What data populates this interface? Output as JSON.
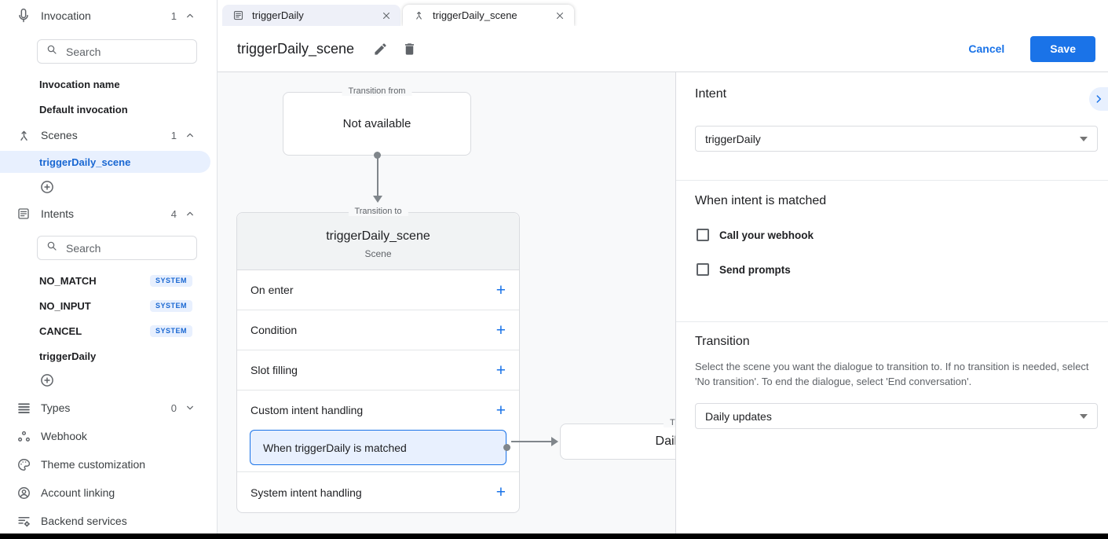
{
  "colors": {
    "accent": "#1a73e8",
    "accent_dark": "#1967d2",
    "selection_bg": "#e8f0fe",
    "canvas_bg": "#f8f9fa",
    "border": "#dadce0",
    "text_primary": "#202124",
    "text_secondary": "#5f6368",
    "save_button_bg": "#1a73e8"
  },
  "tabs": [
    {
      "label": "triggerDaily",
      "icon": "intent-icon",
      "active": false
    },
    {
      "label": "triggerDaily_scene",
      "icon": "scene-icon",
      "active": true
    }
  ],
  "header": {
    "title": "triggerDaily_scene",
    "cancel_label": "Cancel",
    "save_label": "Save"
  },
  "sidebar": {
    "search_placeholder": "Search",
    "invocation": {
      "label": "Invocation",
      "count": "1",
      "items": [
        "Invocation name",
        "Default invocation"
      ]
    },
    "scenes": {
      "label": "Scenes",
      "count": "1",
      "selected_item": "triggerDaily_scene"
    },
    "intents": {
      "label": "Intents",
      "count": "4",
      "items": [
        {
          "label": "NO_MATCH",
          "badge": "SYSTEM"
        },
        {
          "label": "NO_INPUT",
          "badge": "SYSTEM"
        },
        {
          "label": "CANCEL",
          "badge": "SYSTEM"
        },
        {
          "label": "triggerDaily",
          "badge": ""
        }
      ]
    },
    "types": {
      "label": "Types",
      "count": "0"
    },
    "links": [
      {
        "label": "Webhook",
        "icon": "webhook-icon"
      },
      {
        "label": "Theme customization",
        "icon": "palette-icon"
      },
      {
        "label": "Account linking",
        "icon": "account-icon"
      },
      {
        "label": "Backend services",
        "icon": "backend-icon"
      }
    ]
  },
  "canvas": {
    "transition_from": {
      "legend": "Transition from",
      "content": "Not available"
    },
    "scene_card": {
      "legend": "Transition to",
      "title": "triggerDaily_scene",
      "subtitle": "Scene",
      "add_symbol": "+",
      "rows": [
        "On enter",
        "Condition",
        "Slot filling",
        "Custom intent handling",
        "System intent handling"
      ],
      "handler": "When triggerDaily is matched"
    },
    "target_node": {
      "legend": "Transition to",
      "title": "Daily updates"
    }
  },
  "panel": {
    "intent_heading": "Intent",
    "intent_value": "triggerDaily",
    "matched_heading": "When intent is matched",
    "checkboxes": [
      {
        "label": "Call your webhook",
        "checked": false
      },
      {
        "label": "Send prompts",
        "checked": false
      }
    ],
    "transition_heading": "Transition",
    "transition_description": "Select the scene you want the dialogue to transition to. If no transition is needed, select 'No transition'. To end the dialogue, select 'End conversation'.",
    "transition_value": "Daily updates"
  }
}
